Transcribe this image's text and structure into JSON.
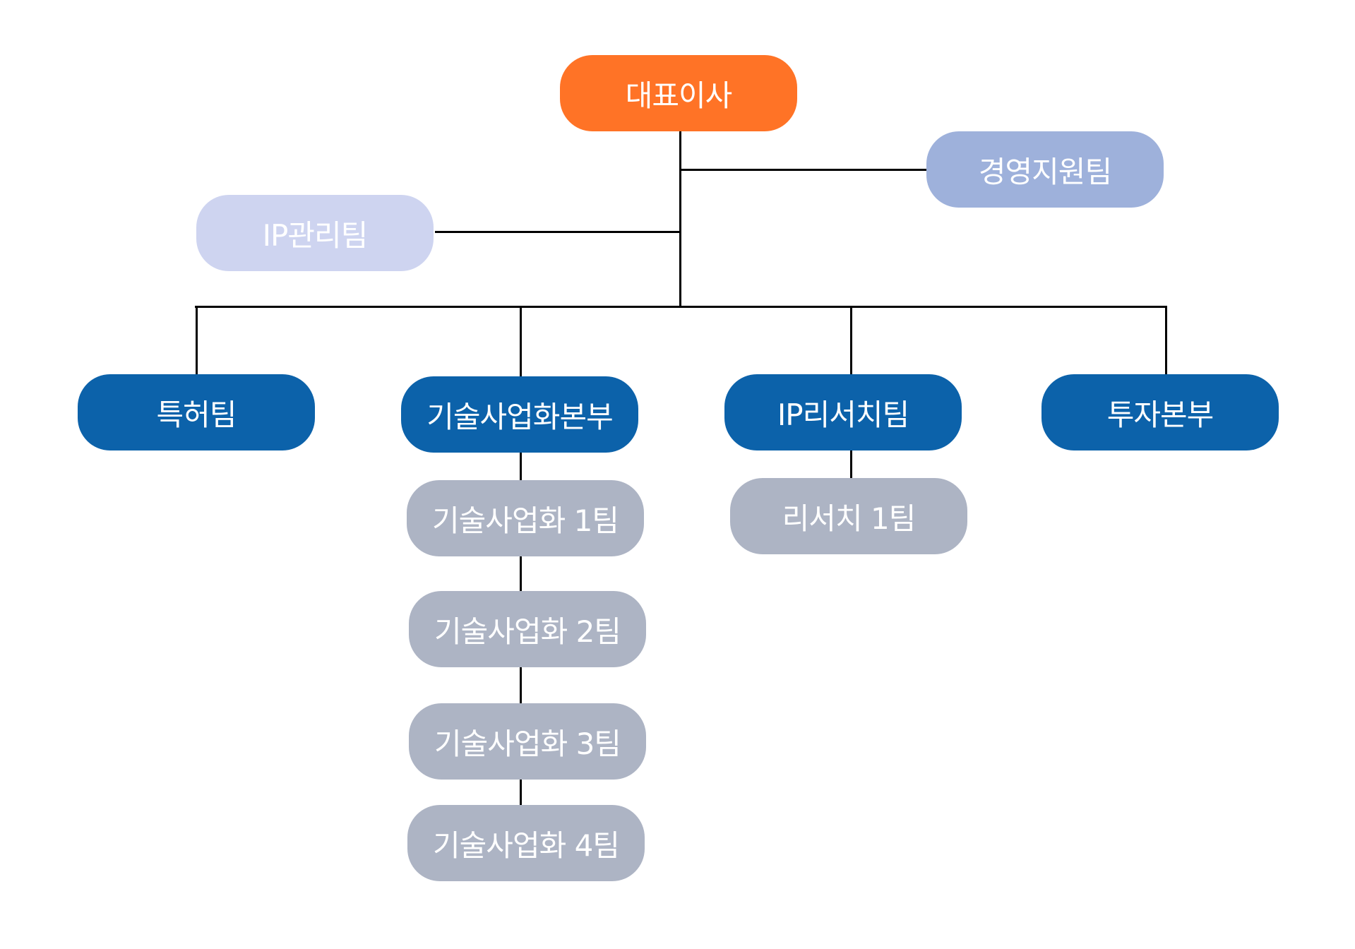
{
  "colors": {
    "ceo": "#ff7326",
    "staff": "#9eb1db",
    "staff_light": "#ced4f0",
    "division": "#0c62aa",
    "team": "#adb4c4",
    "line": "#000000",
    "text": "#ffffff"
  },
  "nodes": {
    "ceo": {
      "label": "대표이사"
    },
    "management_support": {
      "label": "경영지원팀"
    },
    "ip_management": {
      "label": "IP관리팀"
    },
    "patent": {
      "label": "특허팀"
    },
    "tech_commercialization": {
      "label": "기술사업화본부"
    },
    "ip_research": {
      "label": "IP리서치팀"
    },
    "investment": {
      "label": "투자본부"
    },
    "tech_team_1": {
      "label": "기술사업화 1팀"
    },
    "tech_team_2": {
      "label": "기술사업화 2팀"
    },
    "tech_team_3": {
      "label": "기술사업화 3팀"
    },
    "tech_team_4": {
      "label": "기술사업화 4팀"
    },
    "research_team_1": {
      "label": "리서치 1팀"
    }
  }
}
